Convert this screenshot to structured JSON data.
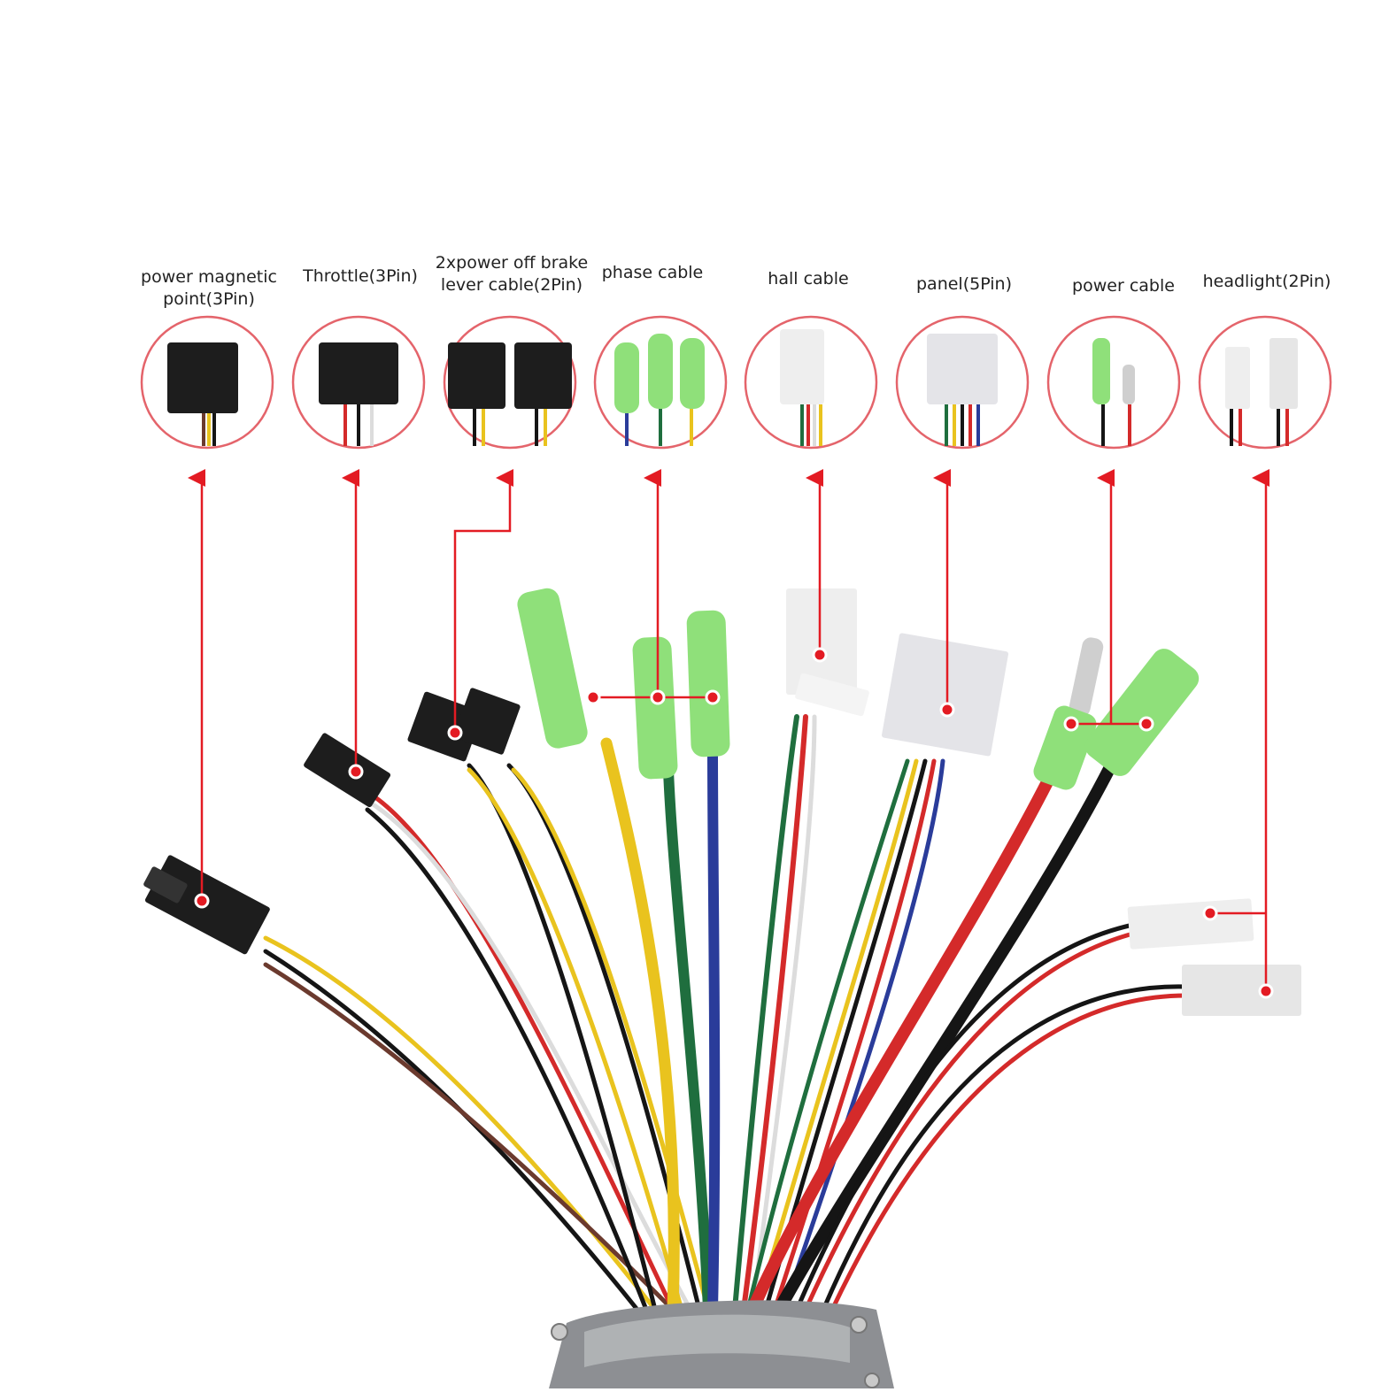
{
  "connectors": [
    {
      "key": "pm",
      "lines": [
        "power magnetic",
        "point(3Pin)"
      ]
    },
    {
      "key": "th",
      "lines": [
        "Throttle(3Pin)"
      ]
    },
    {
      "key": "br",
      "lines": [
        "2xpower off brake",
        "lever cable(2Pin)"
      ]
    },
    {
      "key": "ph",
      "lines": [
        "phase cable"
      ]
    },
    {
      "key": "ha",
      "lines": [
        "hall cable"
      ]
    },
    {
      "key": "pa",
      "lines": [
        "panel(5Pin)"
      ]
    },
    {
      "key": "po",
      "lines": [
        "power cable"
      ]
    },
    {
      "key": "hl",
      "lines": [
        "headlight(2Pin)"
      ]
    }
  ],
  "colors": {
    "callout": "#e31b23",
    "circle_stroke": "#e4646b",
    "housing_black": "#1d1d1d",
    "housing_white": "#eeeeee",
    "sleeve_green": "#8fe07a",
    "wire_red": "#d42a2a",
    "wire_black": "#151515",
    "wire_yellow": "#e9c31e",
    "wire_green": "#1f6e3e",
    "wire_blue": "#2a3c9a",
    "wire_white": "#dcdcdc",
    "wire_brown": "#6b3a2e",
    "box_grey": "#8d8f93"
  }
}
